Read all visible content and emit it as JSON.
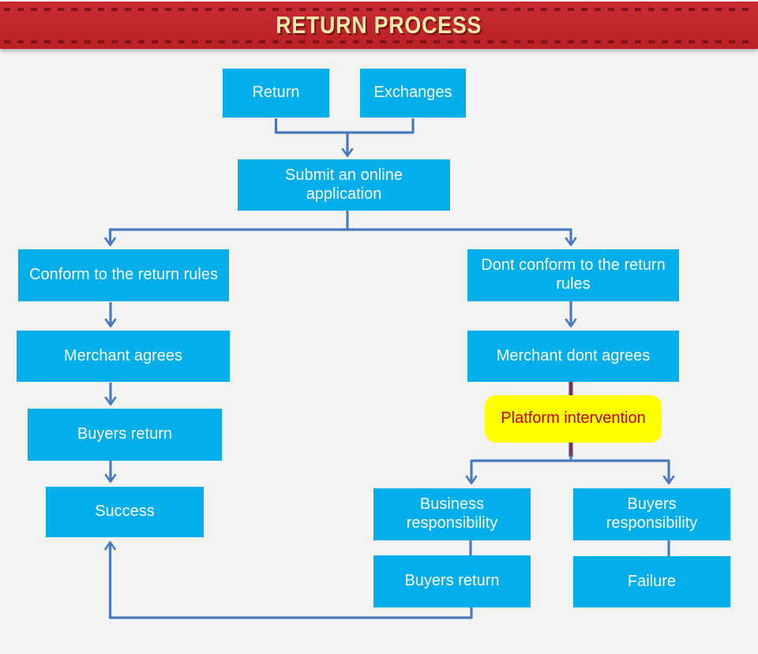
{
  "header": {
    "title": "RETURN PROCESS"
  },
  "flowchart": {
    "nodes": {
      "return": {
        "label": "Return"
      },
      "exchanges": {
        "label": "Exchanges"
      },
      "submit": {
        "label": "Submit an online application"
      },
      "conform": {
        "label": "Conform to the return rules"
      },
      "dont_conform": {
        "label": "Dont conform to the return rules"
      },
      "merchant_agrees": {
        "label": "Merchant agrees"
      },
      "merchant_dont_agrees": {
        "label": "Merchant dont agrees"
      },
      "platform_intervention": {
        "label": "Platform intervention"
      },
      "buyers_return_left": {
        "label": "Buyers return"
      },
      "success": {
        "label": "Success"
      },
      "business_responsibility": {
        "label": "Business responsibility"
      },
      "buyers_responsibility": {
        "label": "Buyers responsibility"
      },
      "buyers_return_right": {
        "label": "Buyers return"
      },
      "failure": {
        "label": "Failure"
      }
    },
    "edges": [
      "return -> submit",
      "exchanges -> submit",
      "submit -> conform",
      "submit -> dont_conform",
      "conform -> merchant_agrees",
      "merchant_agrees -> buyers_return_left",
      "buyers_return_left -> success",
      "dont_conform -> merchant_dont_agrees",
      "merchant_dont_agrees -> platform_intervention",
      "platform_intervention -> business_responsibility",
      "platform_intervention -> buyers_responsibility",
      "business_responsibility -> buyers_return_right",
      "buyers_responsibility -> failure",
      "buyers_return_right -> success"
    ],
    "colors": {
      "node_fill": "#00aee9",
      "node_text": "#ffffff",
      "highlight_fill": "#ffff00",
      "highlight_text": "#c00000",
      "connector": "#4a7abd",
      "connector_alert": "#a4161a",
      "banner": "#c2282e",
      "banner_dash": "#7e1418",
      "banner_text": "#f6e8ab",
      "background": "#f3f3f1"
    }
  }
}
